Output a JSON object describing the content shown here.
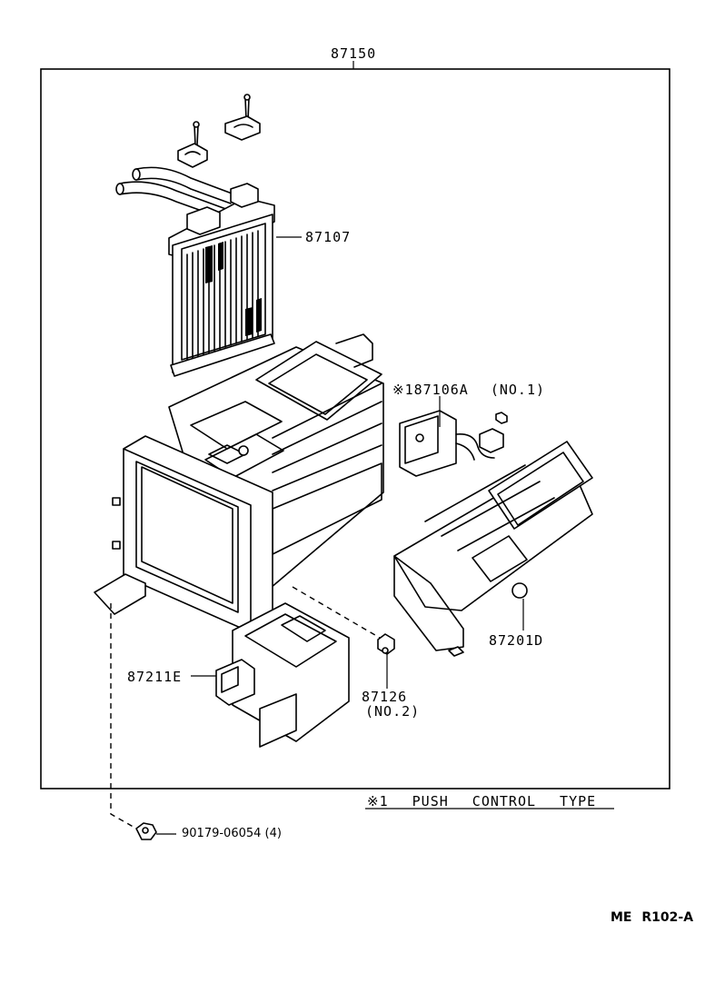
{
  "assembly": {
    "part_number": "87150"
  },
  "parts": [
    {
      "part_number": "87107"
    },
    {
      "marker": "※1",
      "part_number": "87106A",
      "qualifier": "(NO.1)"
    },
    {
      "part_number": "87201D"
    },
    {
      "part_number": "87211E"
    },
    {
      "part_number": "87126",
      "qualifier": "(NO.2)"
    },
    {
      "part_number": "90179-06054",
      "quantity": "(4)"
    }
  ],
  "footnote": {
    "marker": "※1",
    "words": [
      "PUSH",
      "CONTROL",
      "TYPE"
    ]
  },
  "page_code": {
    "prefix": "ME",
    "code": "R102-A"
  }
}
